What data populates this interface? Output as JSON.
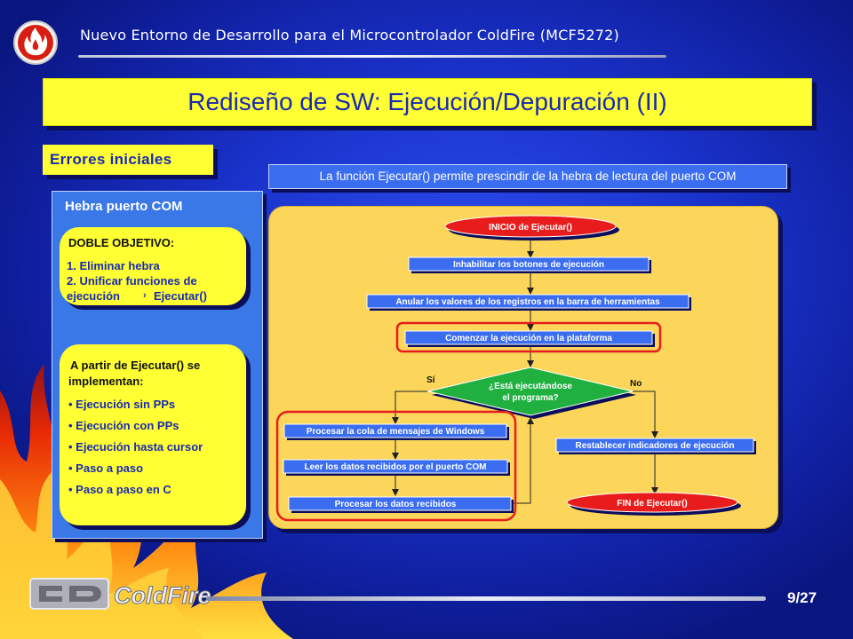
{
  "header": {
    "title": "Nuevo Entorno de Desarrollo para el Microcontrolador ColdFire (MCF5272)"
  },
  "slide_title": "Rediseño de SW: Ejecución/Depuración (II)",
  "section_label": "Errores iniciales",
  "info_banner": "La función Ejecutar() permite prescindir de la hebra de lectura del puerto COM",
  "left_panel": {
    "title": "Hebra puerto COM",
    "box1": {
      "heading": "DOBLE OBJETIVO:",
      "line1": "1. Eliminar hebra",
      "line2": "2. Unificar funciones de",
      "line3a": "ejecución",
      "arrow": "›",
      "line3b": "Ejecutar()"
    },
    "box2": {
      "heading1": "A partir de Ejecutar() se",
      "heading2": "implementan:",
      "items": [
        "Ejecución sin PPs",
        "Ejecución con PPs",
        "Ejecución hasta cursor",
        "Paso a paso",
        "Paso a paso en C"
      ]
    }
  },
  "flowchart": {
    "start": "INICIO de Ejecutar()",
    "step1": "Inhabilitar los botones de ejecución",
    "step2": "Anular los valores de los registros en la barra de herramientas",
    "step3": "Comenzar la ejecución en la plataforma",
    "decision1": "¿Está ejecutándose",
    "decision2": "el programa?",
    "yes": "Sí",
    "no": "No",
    "loop1": "Procesar la cola de mensajes de Windows",
    "loop2": "Leer los datos recibidos por el puerto COM",
    "loop3": "Procesar los datos recibidos",
    "restore": "Restablecer indicadores de ejecución",
    "end": "FIN de Ejecutar()"
  },
  "footer": {
    "logo_text": "ColdFire",
    "page_number": "9/27"
  },
  "colors": {
    "title_bg": "#ffff33",
    "accent_text": "#1a2bb0",
    "highlight": "#e81c1c",
    "flow_box": "#3a6df0",
    "terminal": "#e81c1c",
    "decision": "#20b040"
  }
}
